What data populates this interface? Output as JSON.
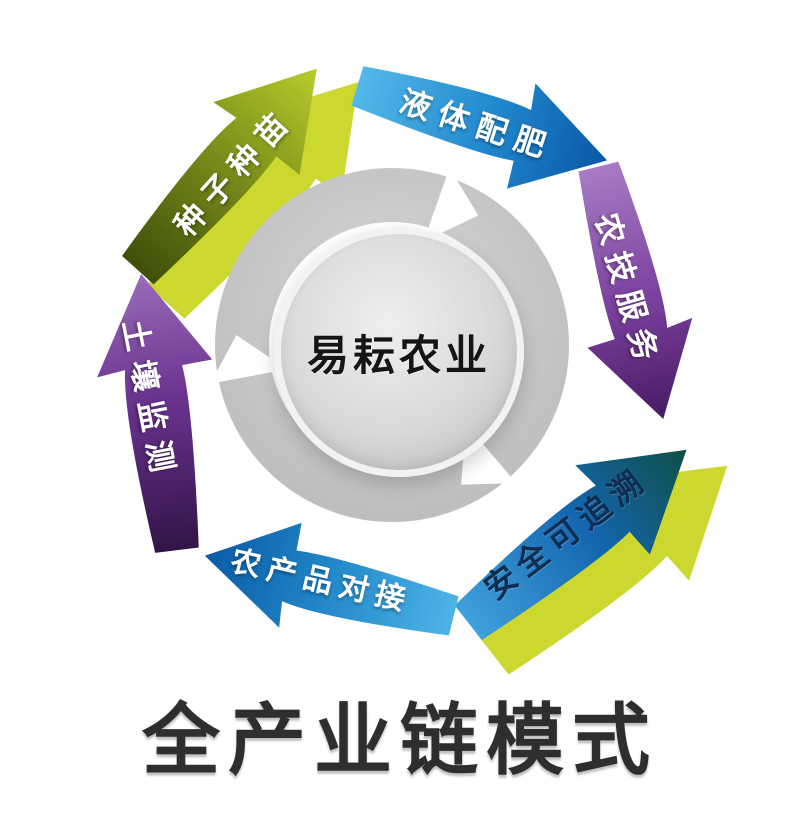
{
  "diagram": {
    "center_label": "易耘农业",
    "title": "全产业链模式",
    "nodes": [
      {
        "id": "seeds",
        "label": "种子种苗",
        "color_start": "#3f4f0a",
        "color_end": "#b9cc2c"
      },
      {
        "id": "liquid-fertilizer",
        "label": "液体配肥",
        "color_start": "#53b9e9",
        "color_end": "#0a57a6"
      },
      {
        "id": "agri-tech-service",
        "label": "农技服务",
        "color_start": "#a77cc4",
        "color_end": "#471a63"
      },
      {
        "id": "traceability",
        "label": "安全可追溯",
        "color_start": "#3fa0dc",
        "color_end": "#0f4f46"
      },
      {
        "id": "produce-docking",
        "label": "农产品对接",
        "color_start": "#4db4e6",
        "color_end": "#0b5aa5"
      },
      {
        "id": "soil-monitoring",
        "label": "土壤监测",
        "color_start": "#321448",
        "color_end": "#9b6cb9"
      }
    ],
    "accent_yellow": "#ccd82f",
    "ring_gray": "#c9c9c9"
  }
}
